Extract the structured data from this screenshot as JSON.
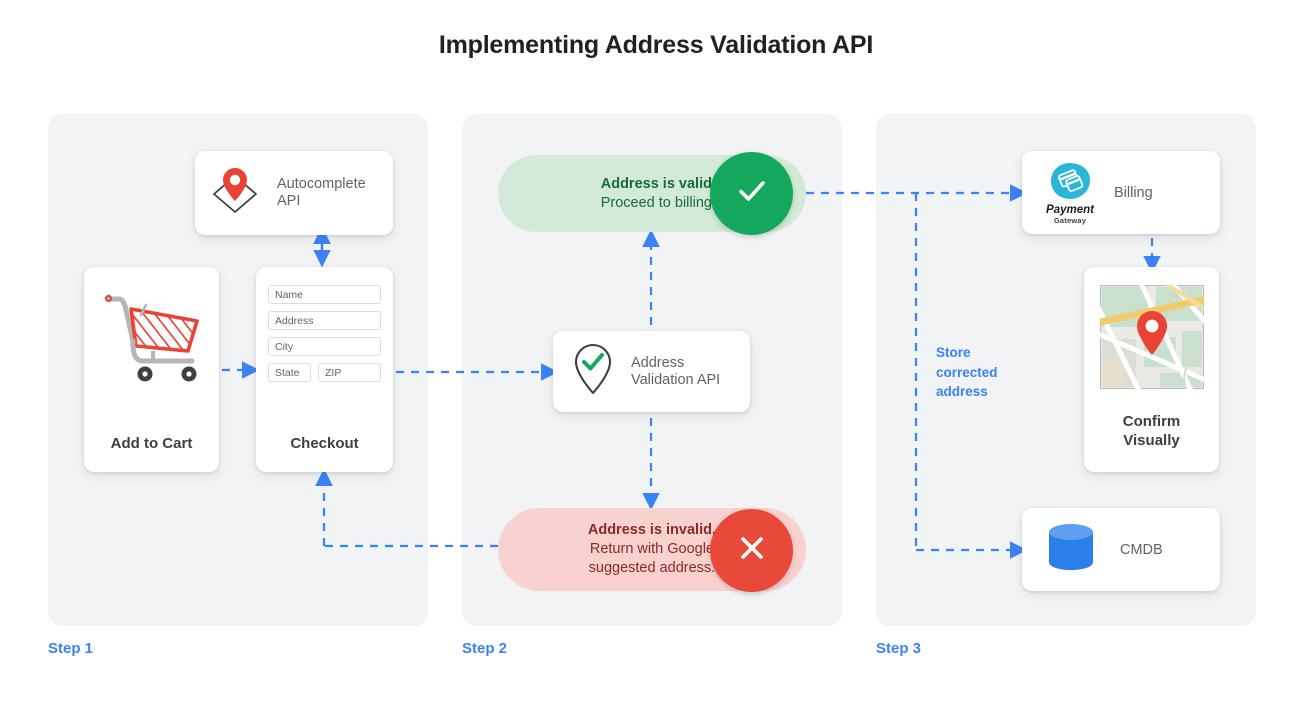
{
  "page": {
    "title": "Implementing Address Validation API",
    "accent_blue": "#3b82f6",
    "panel_bg": "#f1f3f4",
    "success_green": "#13a85c",
    "success_pill_bg": "#d3ead8",
    "error_red": "#e8493b",
    "error_pill_bg": "#f9d2d0"
  },
  "steps": [
    {
      "label": "Step 1"
    },
    {
      "label": "Step 2"
    },
    {
      "label": "Step 3"
    }
  ],
  "step1": {
    "autocomplete": {
      "label_line1": "Autocomplete",
      "label_line2": "API",
      "icon": "map-pin-envelope-icon"
    },
    "cart": {
      "caption": "Add to Cart",
      "icon": "shopping-cart-icon"
    },
    "checkout": {
      "caption": "Checkout",
      "fields": [
        {
          "name": "name-field",
          "placeholder": "Name"
        },
        {
          "name": "address-field",
          "placeholder": "Address"
        },
        {
          "name": "city-field",
          "placeholder": "City"
        },
        {
          "name": "state-field",
          "placeholder": "State"
        },
        {
          "name": "zip-field",
          "placeholder": "ZIP"
        }
      ]
    }
  },
  "step2": {
    "validation_api": {
      "label_line1": "Address",
      "label_line2": "Validation API",
      "icon": "map-pin-check-icon"
    },
    "valid": {
      "headline": "Address is valid.",
      "detail": "Proceed to billing.",
      "icon": "check-icon"
    },
    "invalid": {
      "headline": "Address is invalid.",
      "detail_line1": "Return with Google",
      "detail_line2": "suggested address.",
      "icon": "x-icon"
    }
  },
  "step3": {
    "billing": {
      "label": "Billing",
      "logo_name": "Payment",
      "logo_sub": "Gateway",
      "icon": "payment-gateway-icon"
    },
    "confirm": {
      "caption_line1": "Confirm",
      "caption_line2": "Visually",
      "icon": "map-thumbnail-icon"
    },
    "cmdb": {
      "label": "CMDB",
      "icon": "database-cylinder-icon"
    },
    "store_note_line1": "Store",
    "store_note_line2": "corrected",
    "store_note_line3": "address"
  }
}
